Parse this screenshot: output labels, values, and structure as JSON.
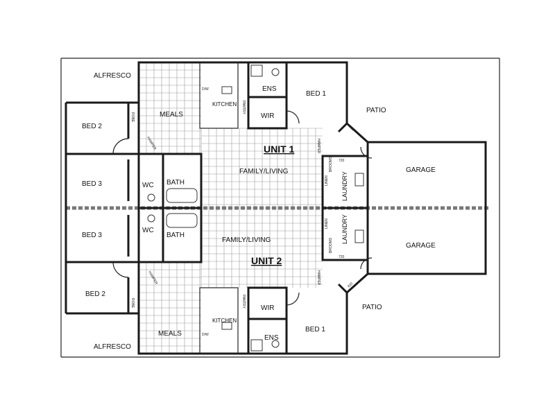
{
  "rooms": {
    "alfresco_top": "ALFRESCO",
    "bed2_top": "BED 2",
    "meals_top": "MEALS",
    "kitchen_top": "KITCHEN",
    "ens_top": "ENS",
    "wir_top": "WIR",
    "bed1_top": "BED 1",
    "patio_top": "PATIO",
    "unit1": "UNIT 1",
    "family_top": "FAMILY/LIVING",
    "bed3_top": "BED 3",
    "wc_top": "WC",
    "bath_top": "BATH",
    "laundry_top": "LAUNDRY",
    "garage_top": "GARAGE",
    "bed3_bottom": "BED 3",
    "wc_bottom": "WC",
    "bath_bottom": "BATH",
    "laundry_bottom": "LAUNDRY",
    "garage_bottom": "GARAGE",
    "family_bottom": "FAMILY/LIVING",
    "unit2": "UNIT 2",
    "bed2_bottom": "BED 2",
    "wir_bottom": "WIR",
    "patio_bottom": "PATIO",
    "kitchen_bottom": "KITCHEN",
    "meals_bottom": "MEALS",
    "ens_bottom": "ENS",
    "bed1_bottom": "BED 1",
    "alfresco_bottom": "ALFRESCO"
  },
  "tags": {
    "robe": "ROBE",
    "dw": "D/W",
    "pantry": "PANTRY",
    "linen": "LINEN",
    "hamper": "HAMPER",
    "brooms": "BROOMS",
    "size720": "720",
    "size820": "820"
  }
}
